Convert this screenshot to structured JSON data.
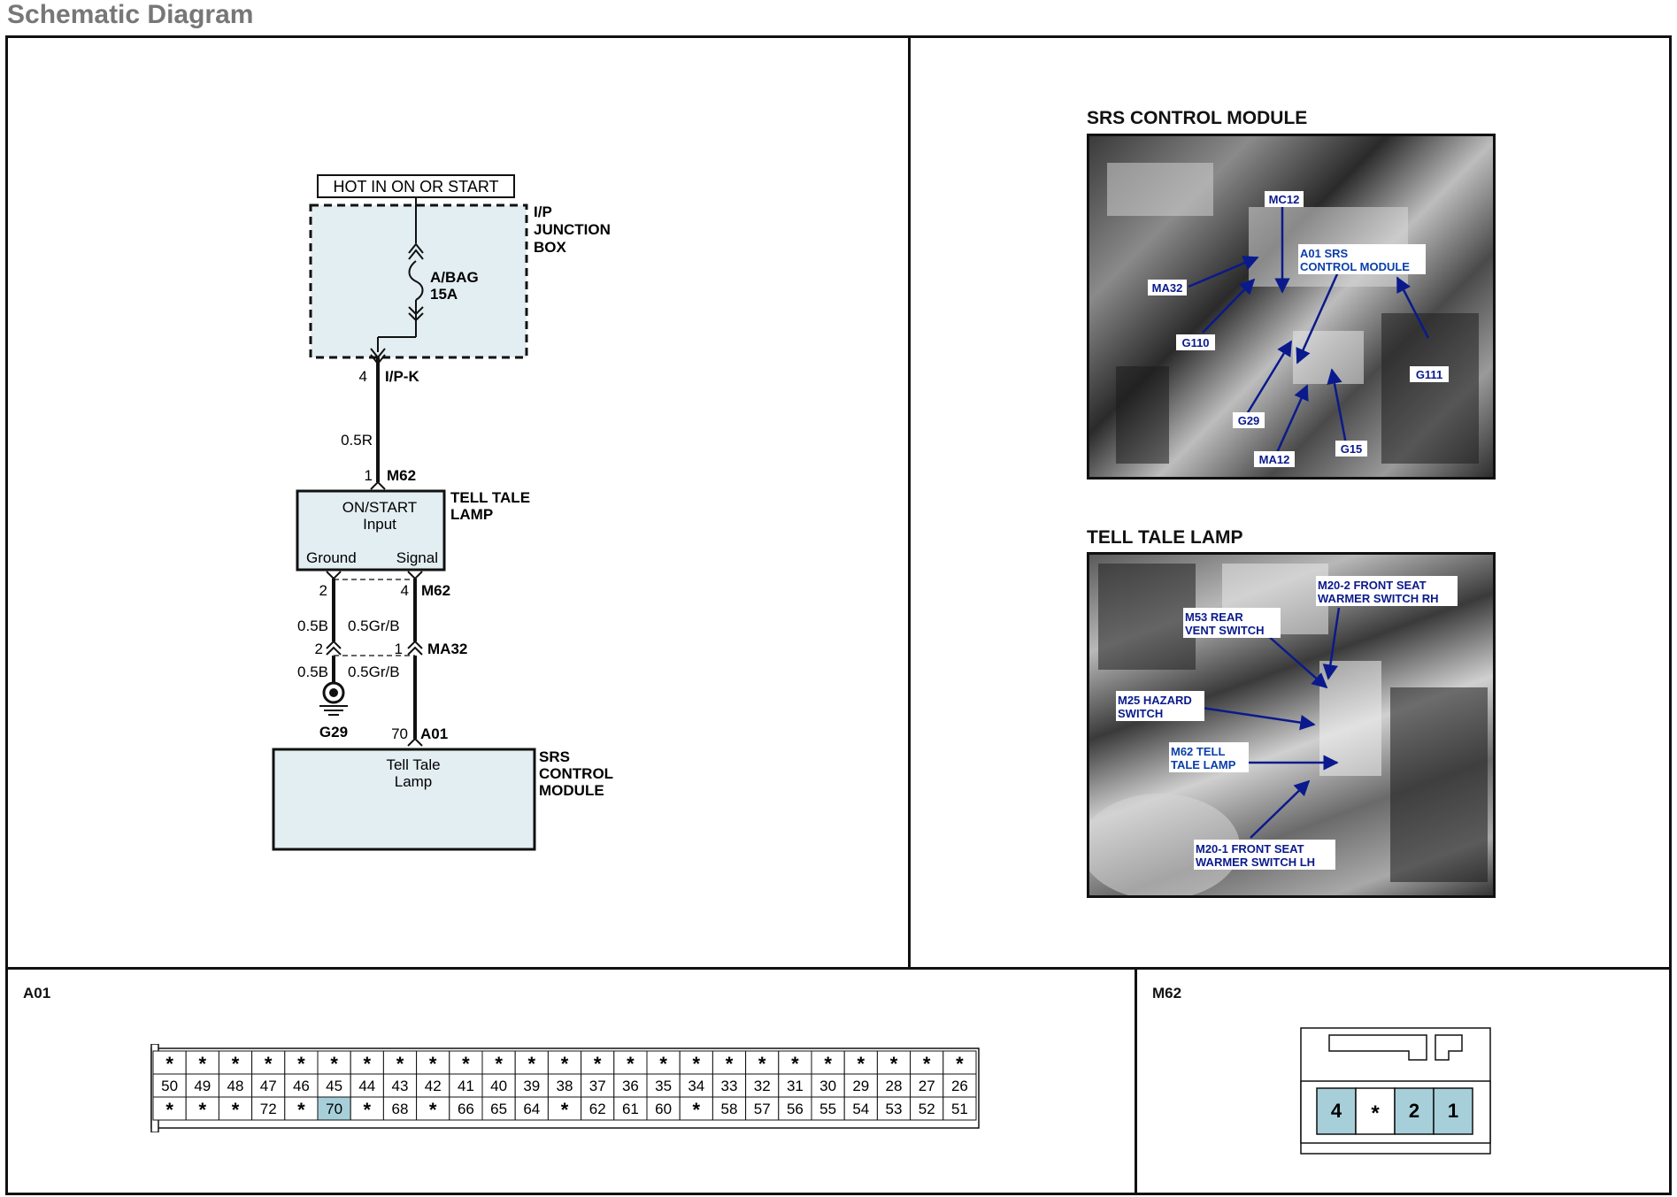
{
  "page_title": "Schematic Diagram",
  "schematic": {
    "power_label": "HOT IN ON OR START",
    "junction_box_label": [
      "I/P",
      "JUNCTION",
      "BOX"
    ],
    "fuse_label": [
      "A/BAG",
      "15A"
    ],
    "jbox_pin": "4",
    "jbox_connector": "I/P-K",
    "wire_top": "0.5R",
    "m62_pin_top": "1",
    "m62_connector_top": "M62",
    "tell_tale_box": [
      "ON/START",
      "Input"
    ],
    "tell_tale_ground": "Ground",
    "tell_tale_signal": "Signal",
    "tell_tale_label": [
      "TELL TALE",
      "LAMP"
    ],
    "m62_pin_ground": "2",
    "m62_pin_signal": "4",
    "m62_connector_bottom": "M62",
    "wire_ground_upper": "0.5B",
    "wire_signal_upper": "0.5Gr/B",
    "ma32_pin_ground": "2",
    "ma32_pin_signal": "1",
    "ma32_connector": "MA32",
    "wire_ground_lower": "0.5B",
    "wire_signal_lower": "0.5Gr/B",
    "ground_id": "G29",
    "a01_pin": "70",
    "a01_connector": "A01",
    "srs_box": [
      "Tell Tale",
      "Lamp"
    ],
    "srs_label": [
      "SRS",
      "CONTROL",
      "MODULE"
    ]
  },
  "photos": {
    "srs_title": "SRS CONTROL MODULE",
    "srs_callouts": {
      "mc12": "MC12",
      "a01": [
        "A01 SRS",
        "CONTROL MODULE"
      ],
      "ma32": "MA32",
      "g110": "G110",
      "g111": "G111",
      "g29": "G29",
      "ma12": "MA12",
      "g15": "G15"
    },
    "ttl_title": "TELL TALE LAMP",
    "ttl_callouts": {
      "m20_2": [
        "M20-2 FRONT SEAT",
        "WARMER SWITCH RH"
      ],
      "m53": [
        "M53 REAR",
        "VENT SWITCH"
      ],
      "m25": [
        "M25 HAZARD",
        "SWITCH"
      ],
      "m62": [
        "M62 TELL",
        "TALE LAMP"
      ],
      "m20_1": [
        "M20-1 FRONT SEAT",
        "WARMER SWITCH LH"
      ]
    }
  },
  "connector_a01": {
    "label": "A01",
    "highlight": "70",
    "row1": [
      "*",
      "*",
      "*",
      "*",
      "*",
      "*",
      "*",
      "*",
      "*",
      "*",
      "*",
      "*",
      "*",
      "*",
      "*",
      "*",
      "*",
      "*",
      "*",
      "*",
      "*",
      "*",
      "*",
      "*",
      "*"
    ],
    "row2": [
      "50",
      "49",
      "48",
      "47",
      "46",
      "45",
      "44",
      "43",
      "42",
      "41",
      "40",
      "39",
      "38",
      "37",
      "36",
      "35",
      "34",
      "33",
      "32",
      "31",
      "30",
      "29",
      "28",
      "27",
      "26"
    ],
    "row3": [
      "*",
      "*",
      "*",
      "72",
      "*",
      "70",
      "*",
      "68",
      "*",
      "66",
      "65",
      "64",
      "*",
      "62",
      "61",
      "60",
      "*",
      "58",
      "57",
      "56",
      "55",
      "54",
      "53",
      "52",
      "51"
    ]
  },
  "connector_m62": {
    "label": "M62",
    "pins": [
      "4",
      "*",
      "2",
      "1"
    ],
    "highlight": [
      "4",
      "2",
      "1"
    ]
  },
  "colors": {
    "box_fill": "#e3eef2",
    "highlight": "#a6cfd9",
    "callout_blue": "#0a1a8c",
    "callout_text": "#0b3fa8"
  }
}
